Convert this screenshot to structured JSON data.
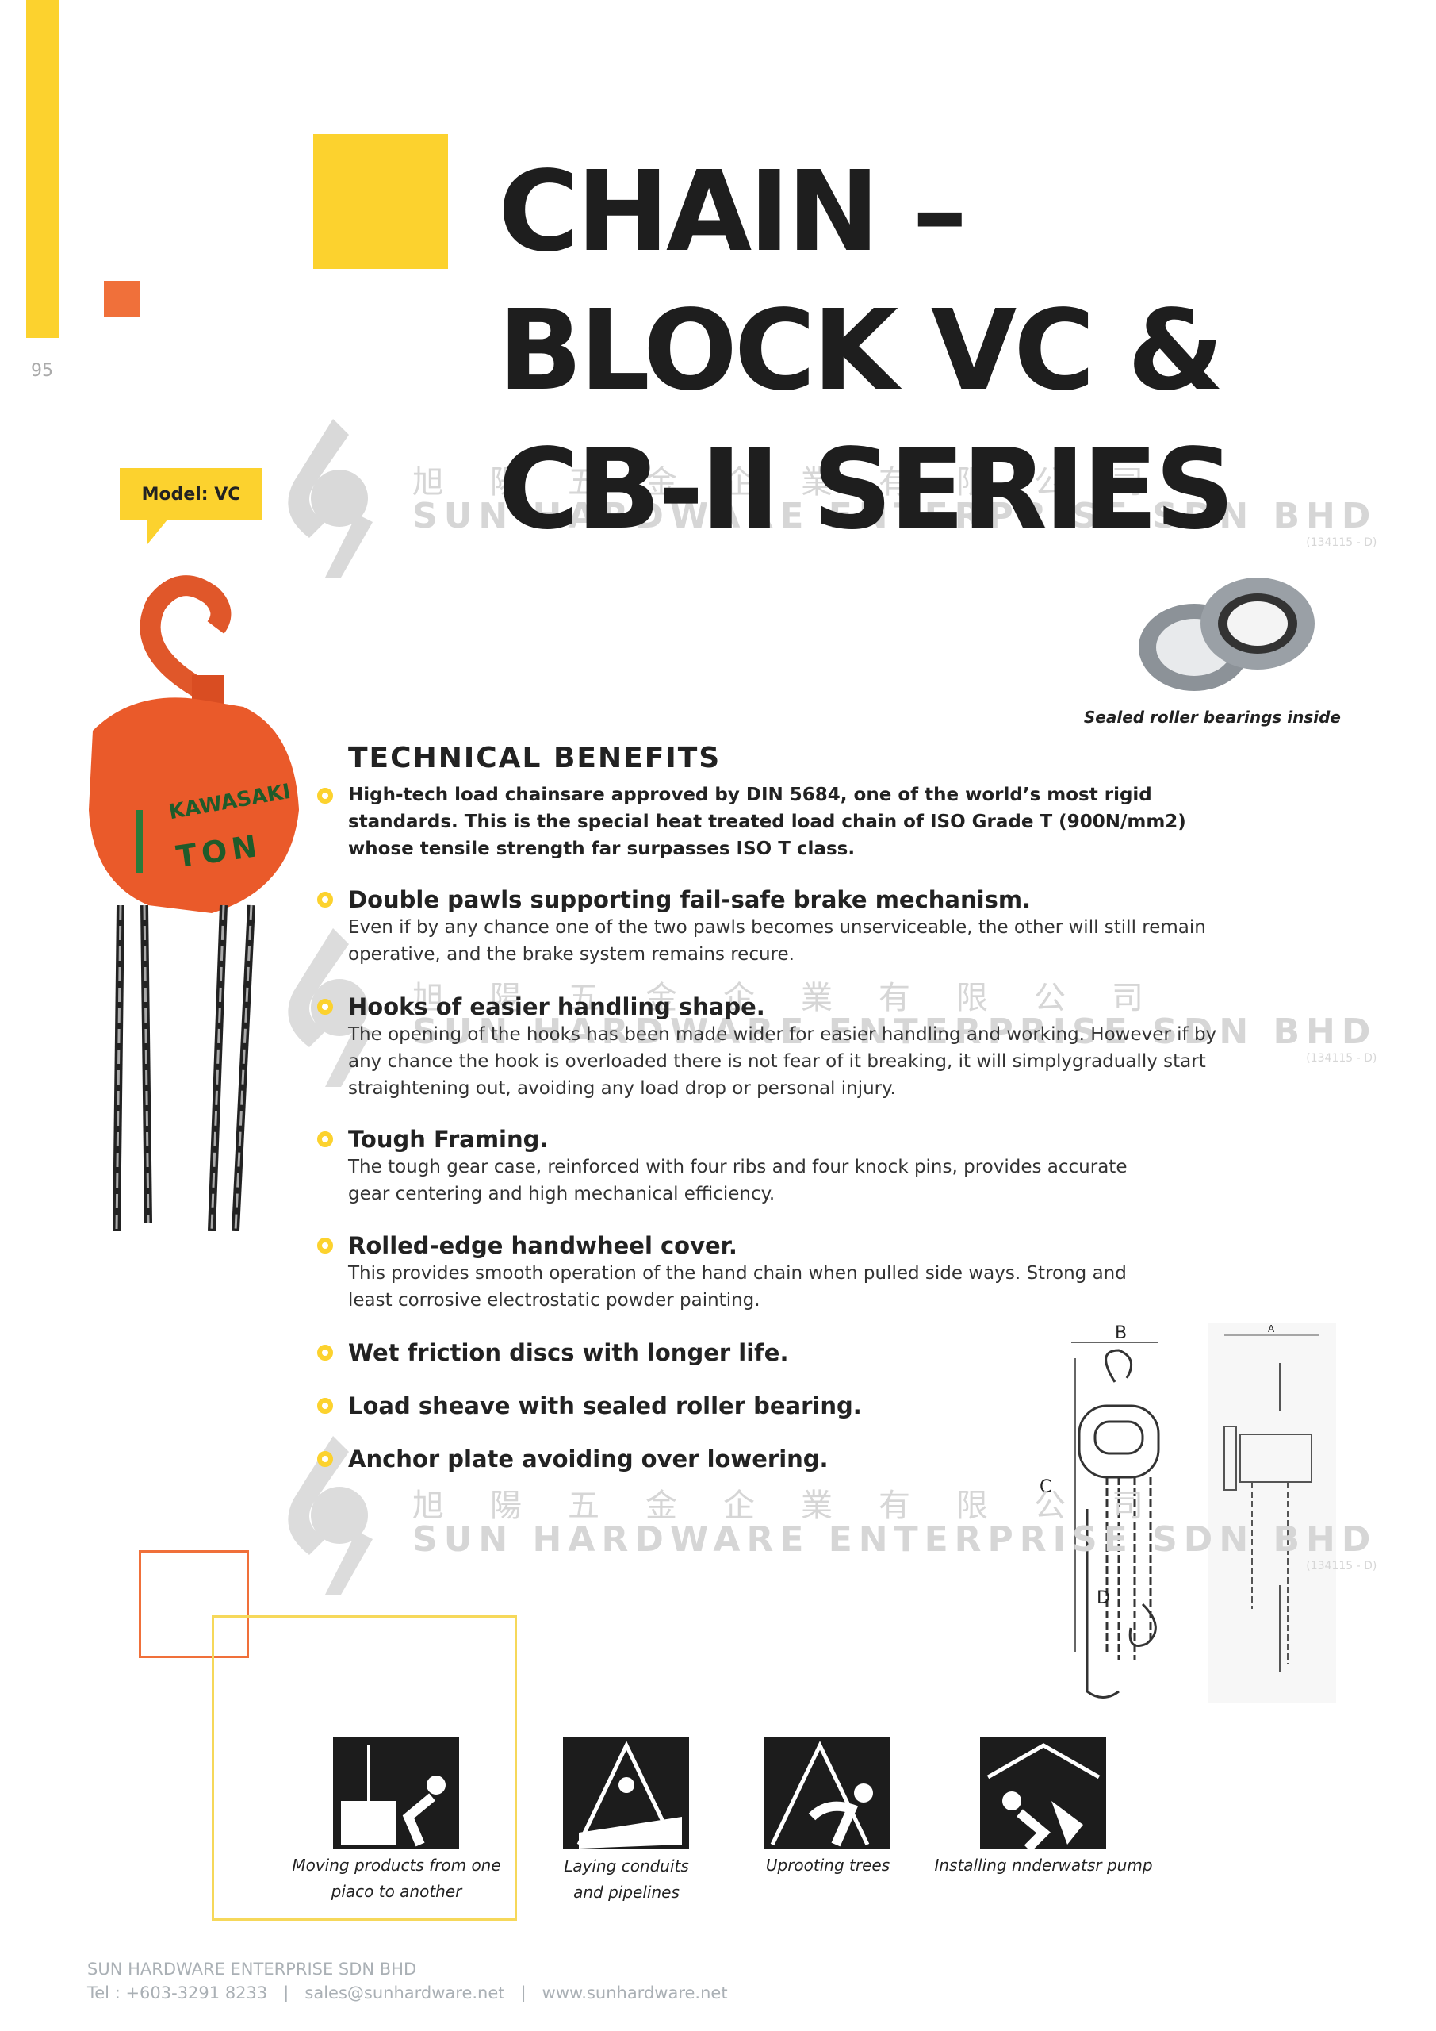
{
  "page_number": "95",
  "title_lines": [
    "CHAIN –",
    "BLOCK VC &",
    "CB-II SERIES"
  ],
  "model_label": "Model: VC",
  "product_brand": {
    "brand": "KAWASAKI",
    "unit": "TON"
  },
  "bearing_caption": "Sealed roller bearings inside",
  "watermark": {
    "chinese": "旭陽五金企業有限公司",
    "english": "SUN HARDWARE ENTERPRISE SDN BHD",
    "reg": "(134115 - D)"
  },
  "section_title": "TECHNICAL BENEFITS",
  "benefits": [
    {
      "title": "High-tech load chainsare approved by DIN 5684, one of the world’s most rigid standards. This is the special heat treated load chain of ISO Grade T (900N/mm2) whose tensile strength far surpasses ISO T class.",
      "body": ""
    },
    {
      "title": "Double pawls supporting fail-safe brake mechanism.",
      "body": "Even if by any chance one of the two pawls becomes unserviceable, the other will still remain operative, and the brake system remains recure."
    },
    {
      "title": "Hooks of easier handling shape.",
      "body": "The opening of the hooks has been made wider for easier handling and working. However  if by any chance the hook is overloaded there is not fear of it breaking, it will simplygradually start straightening out, avoiding any load drop or personal injury."
    },
    {
      "title": "Tough Framing.",
      "body": "The tough gear case, reinforced with four ribs and four knock pins, provides accurate gear centering and high mechanical efficiency."
    },
    {
      "title": "Rolled-edge handwheel cover.",
      "body": "This provides smooth operation of the hand chain when pulled side ways. Strong and least corrosive electrostatic powder painting."
    },
    {
      "title": "Wet friction discs with longer life.",
      "body": ""
    },
    {
      "title": "Load sheave with sealed roller bearing.",
      "body": ""
    },
    {
      "title": "Anchor plate avoiding over lowering.",
      "body": ""
    }
  ],
  "diagram_labels": {
    "b": "B",
    "c": "C",
    "d": "D",
    "a": "A"
  },
  "applications": [
    {
      "caption": "Moving products from one piaco to another"
    },
    {
      "caption": "Laying conduits and pipelines"
    },
    {
      "caption": "Uprooting trees"
    },
    {
      "caption": "Installing nnderwatsr pump"
    }
  ],
  "footer": {
    "company": "SUN HARDWARE ENTERPRISE SDN BHD",
    "tel": "Tel : +603-3291 8233",
    "email": "sales@sunhardware.net",
    "web": "www.sunhardware.net",
    "sep": "|"
  }
}
